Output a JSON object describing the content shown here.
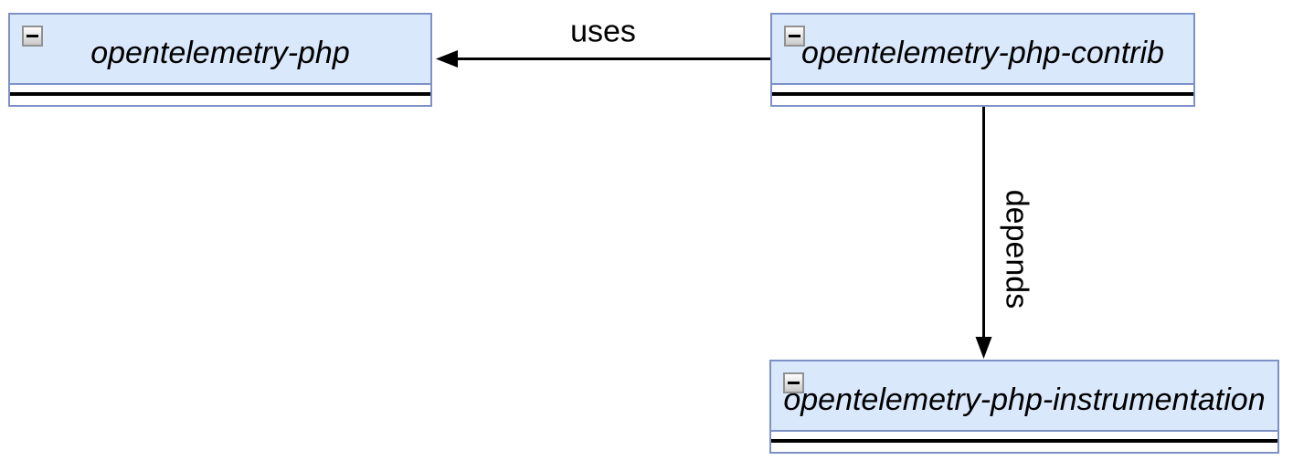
{
  "diagram": {
    "type": "uml-package-diagram",
    "nodes": [
      {
        "id": "opentelemetry-php",
        "label": "opentelemetry-php"
      },
      {
        "id": "opentelemetry-php-contrib",
        "label": "opentelemetry-php-contrib"
      },
      {
        "id": "opentelemetry-php-instrumentation",
        "label": "opentelemetry-php-instrumentation"
      }
    ],
    "edges": [
      {
        "label": "uses",
        "from": "opentelemetry-php-contrib",
        "to": "opentelemetry-php",
        "direction": "right-to-left"
      },
      {
        "label": "depends",
        "from": "opentelemetry-php-contrib",
        "to": "opentelemetry-php-instrumentation",
        "direction": "top-to-bottom"
      }
    ],
    "icons": {
      "collapse": "minus-icon"
    },
    "colors": {
      "node_fill": "#dae8fc",
      "node_border": "#7d91c7",
      "arrow": "#000000",
      "text": "#000000",
      "collapse_button_border": "#919191",
      "background": "#ffffff"
    }
  }
}
